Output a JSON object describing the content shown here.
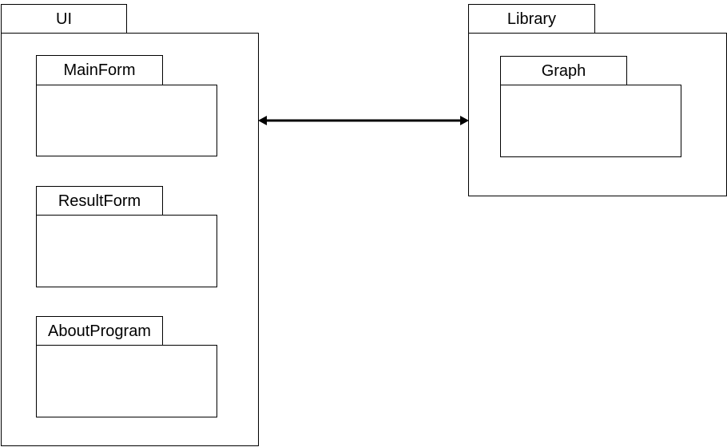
{
  "packages": {
    "ui": {
      "label": "UI",
      "children": {
        "main_form": {
          "label": "MainForm"
        },
        "result_form": {
          "label": "ResultForm"
        },
        "about_program": {
          "label": "AboutProgram"
        }
      }
    },
    "library": {
      "label": "Library",
      "children": {
        "graph": {
          "label": "Graph"
        }
      }
    }
  },
  "relations": [
    {
      "from": "UI",
      "to": "Library",
      "kind": "bidirectional-arrow"
    }
  ],
  "colors": {
    "stroke": "#000000",
    "background": "#ffffff"
  }
}
